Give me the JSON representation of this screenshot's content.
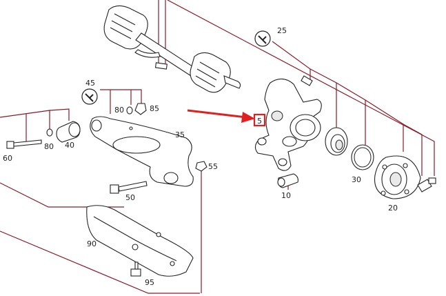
{
  "diagram": {
    "labels": {
      "p5": "5",
      "p10": "10",
      "p20": "20",
      "p25": "25",
      "p30": "30",
      "p35": "35",
      "p40": "40",
      "p45": "45",
      "p50": "50",
      "p55": "55",
      "p60": "60",
      "p80a": "80",
      "p80b": "80",
      "p85": "85",
      "p90": "90",
      "p95": "95"
    },
    "colors": {
      "leader_line": "#8a1a2a",
      "highlight_arrow": "#e02020",
      "outline": "#222222"
    },
    "highlight": {
      "target": "5",
      "icon": "callout-arrow"
    }
  }
}
